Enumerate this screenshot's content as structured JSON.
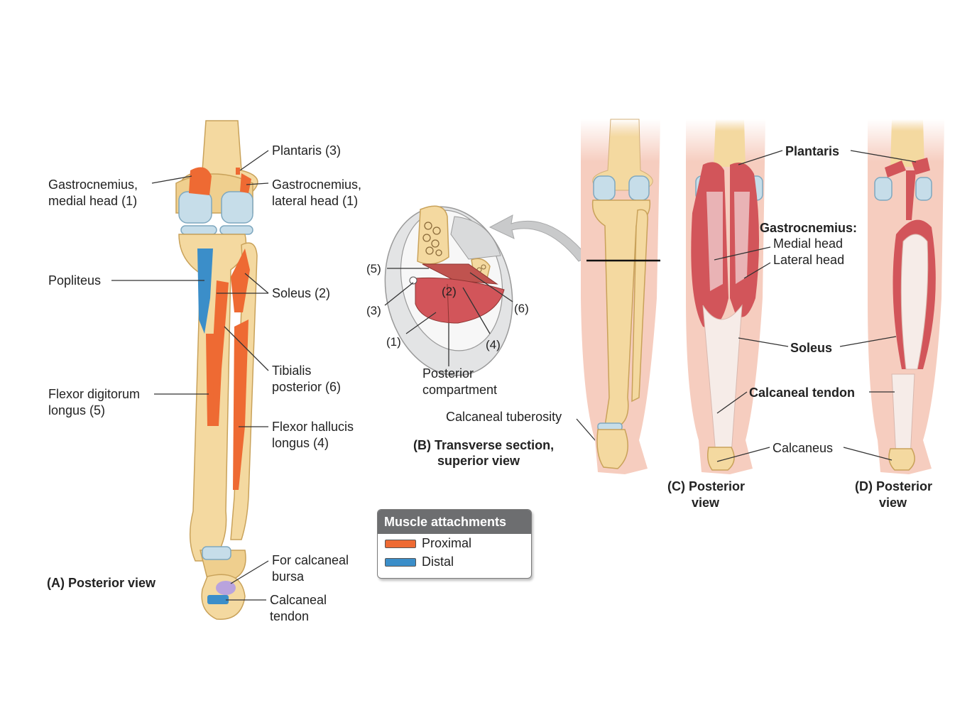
{
  "panel_a": {
    "title": "(A) Posterior view",
    "labels": {
      "plantaris": "Plantaris (3)",
      "gastroc_medial_1": "Gastrocnemius,",
      "gastroc_medial_2": "medial head (1)",
      "gastroc_lateral_1": "Gastrocnemius,",
      "gastroc_lateral_2": "lateral head (1)",
      "popliteus": "Popliteus",
      "soleus": "Soleus (2)",
      "tib_post_1": "Tibialis",
      "tib_post_2": "posterior (6)",
      "fdl_1": "Flexor digitorum",
      "fdl_2": "longus (5)",
      "fhl_1": "Flexor hallucis",
      "fhl_2": "longus (4)",
      "bursa_1": "For calcaneal",
      "bursa_2": "bursa",
      "tendon_1": "Calcaneal",
      "tendon_2": "tendon"
    }
  },
  "panel_b": {
    "title_1": "(B) Transverse section,",
    "title_2": "superior view",
    "numbers": {
      "n1": "(1)",
      "n2": "(2)",
      "n3": "(3)",
      "n4": "(4)",
      "n5": "(5)",
      "n6": "(6)"
    },
    "posterior_1": "Posterior",
    "posterior_2": "compartment",
    "tuberosity": "Calcaneal tuberosity"
  },
  "panel_c": {
    "title_1": "(C) Posterior",
    "title_2": "view"
  },
  "panel_d": {
    "title_1": "(D) Posterior",
    "title_2": "view"
  },
  "shared_labels": {
    "plantaris": "Plantaris",
    "gastroc": "Gastrocnemius:",
    "medial_head": "Medial head",
    "lateral_head": "Lateral head",
    "soleus": "Soleus",
    "calcaneal_tendon": "Calcaneal tendon",
    "calcaneus": "Calcaneus"
  },
  "legend": {
    "title": "Muscle attachments",
    "items": [
      {
        "label": "Proximal",
        "color": "#ee6a33"
      },
      {
        "label": "Distal",
        "color": "#3b8ec9"
      }
    ]
  },
  "colors": {
    "proximal": "#ee6a33",
    "distal": "#3b8ec9",
    "muscle": "#d2555a",
    "bone": "#f4d9a0"
  }
}
